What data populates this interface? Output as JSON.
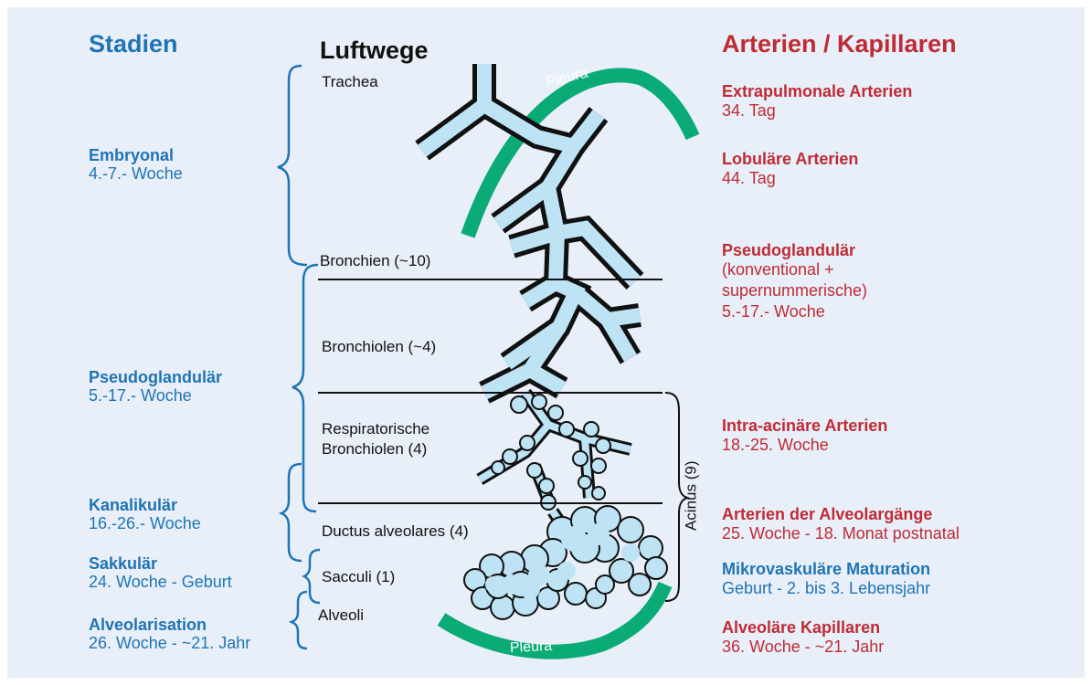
{
  "headers": {
    "stadien": "Stadien",
    "luftwege": "Luftwege",
    "arterien": "Arterien / Kapillaren"
  },
  "stages": [
    {
      "name": "Embryonal",
      "time": "4.-7.- Woche"
    },
    {
      "name": "Pseudoglandulär",
      "time": "5.-17.- Woche"
    },
    {
      "name": "Kanalikulär",
      "time": "16.-26.- Woche"
    },
    {
      "name": "Sakkulär",
      "time": "24. Woche - Geburt"
    },
    {
      "name": "Alveolarisation",
      "time": "26. Woche - ~21. Jahr"
    }
  ],
  "airways": [
    "Trachea",
    "Bronchien (~10)",
    "Bronchiolen (~4)",
    "Respiratorische",
    "Bronchiolen (4)",
    "Ductus alveolares (4)",
    "Sacculi (1)",
    "Alveoli"
  ],
  "acinus_label": "Acinus (9)",
  "pleura_label": "Pleura",
  "arteries": [
    {
      "name": "Extrapulmonale Arterien",
      "time": "34. Tag",
      "color": "#bf2b35"
    },
    {
      "name": "Lobuläre Arterien",
      "time": "44. Tag",
      "color": "#bf2b35"
    },
    {
      "name": "Pseudoglandulär",
      "lines": [
        "(konventional +",
        "supernummerische)"
      ],
      "time": "5.-17.- Woche",
      "color": "#bf2b35"
    },
    {
      "name": "Intra-acinäre Arterien",
      "time": "18.-25. Woche",
      "color": "#bf2b35"
    },
    {
      "name": "Arterien der Alveolargänge",
      "time": "25. Woche - 18. Monat postnatal",
      "color": "#bf2b35"
    },
    {
      "name": "Mikrovaskuläre Maturation",
      "time": "Geburt - 2. bis 3. Lebensjahr",
      "color": "#1f74b6"
    },
    {
      "name": "Alveoläre Kapillaren",
      "time": "36. Woche - ~21. Jahr",
      "color": "#bf2b35"
    }
  ],
  "colors": {
    "stage_blue": "#1f74b6",
    "artery_red": "#bf2b35",
    "pleura_green": "#0bab78",
    "airway_fill": "#bde3f4",
    "background": "#e8eff8"
  }
}
